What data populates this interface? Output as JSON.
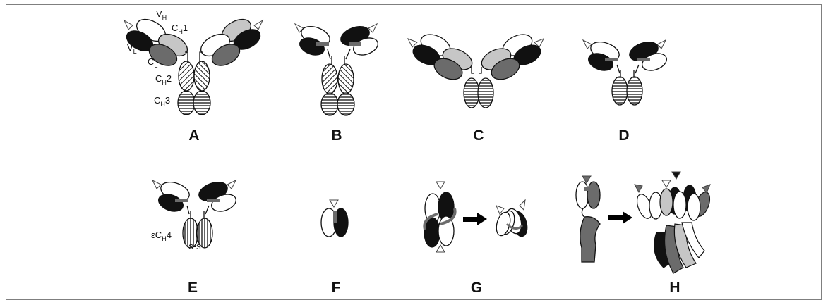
{
  "panels": [
    {
      "id": "A",
      "label": "A"
    },
    {
      "id": "B",
      "label": "B"
    },
    {
      "id": "C",
      "label": "C"
    },
    {
      "id": "D",
      "label": "D"
    },
    {
      "id": "E",
      "label": "E"
    },
    {
      "id": "F",
      "label": "F"
    },
    {
      "id": "G",
      "label": "G"
    },
    {
      "id": "H",
      "label": "H"
    }
  ],
  "domain_labels": {
    "vh": {
      "main": "V",
      "sub": "H"
    },
    "vl": {
      "main": "V",
      "sub": "L"
    },
    "cl": {
      "main": "C",
      "sub": "L"
    },
    "ch1": {
      "main": "C",
      "sub": "H",
      "suffix": "1"
    },
    "ch2": {
      "main": "C",
      "sub": "H",
      "suffix": "2"
    },
    "ch3": {
      "main": "C",
      "sub": "H",
      "suffix": "3"
    },
    "ech4": {
      "main": "εC",
      "sub": "H",
      "suffix": "4"
    },
    "disulfide": "s-s"
  },
  "colors": {
    "black": "#111111",
    "dark_gray": "#6b6b6b",
    "light_gray": "#c6c6c6",
    "white": "#ffffff",
    "arrow": "#000000",
    "frame": "#7f7f7f"
  }
}
